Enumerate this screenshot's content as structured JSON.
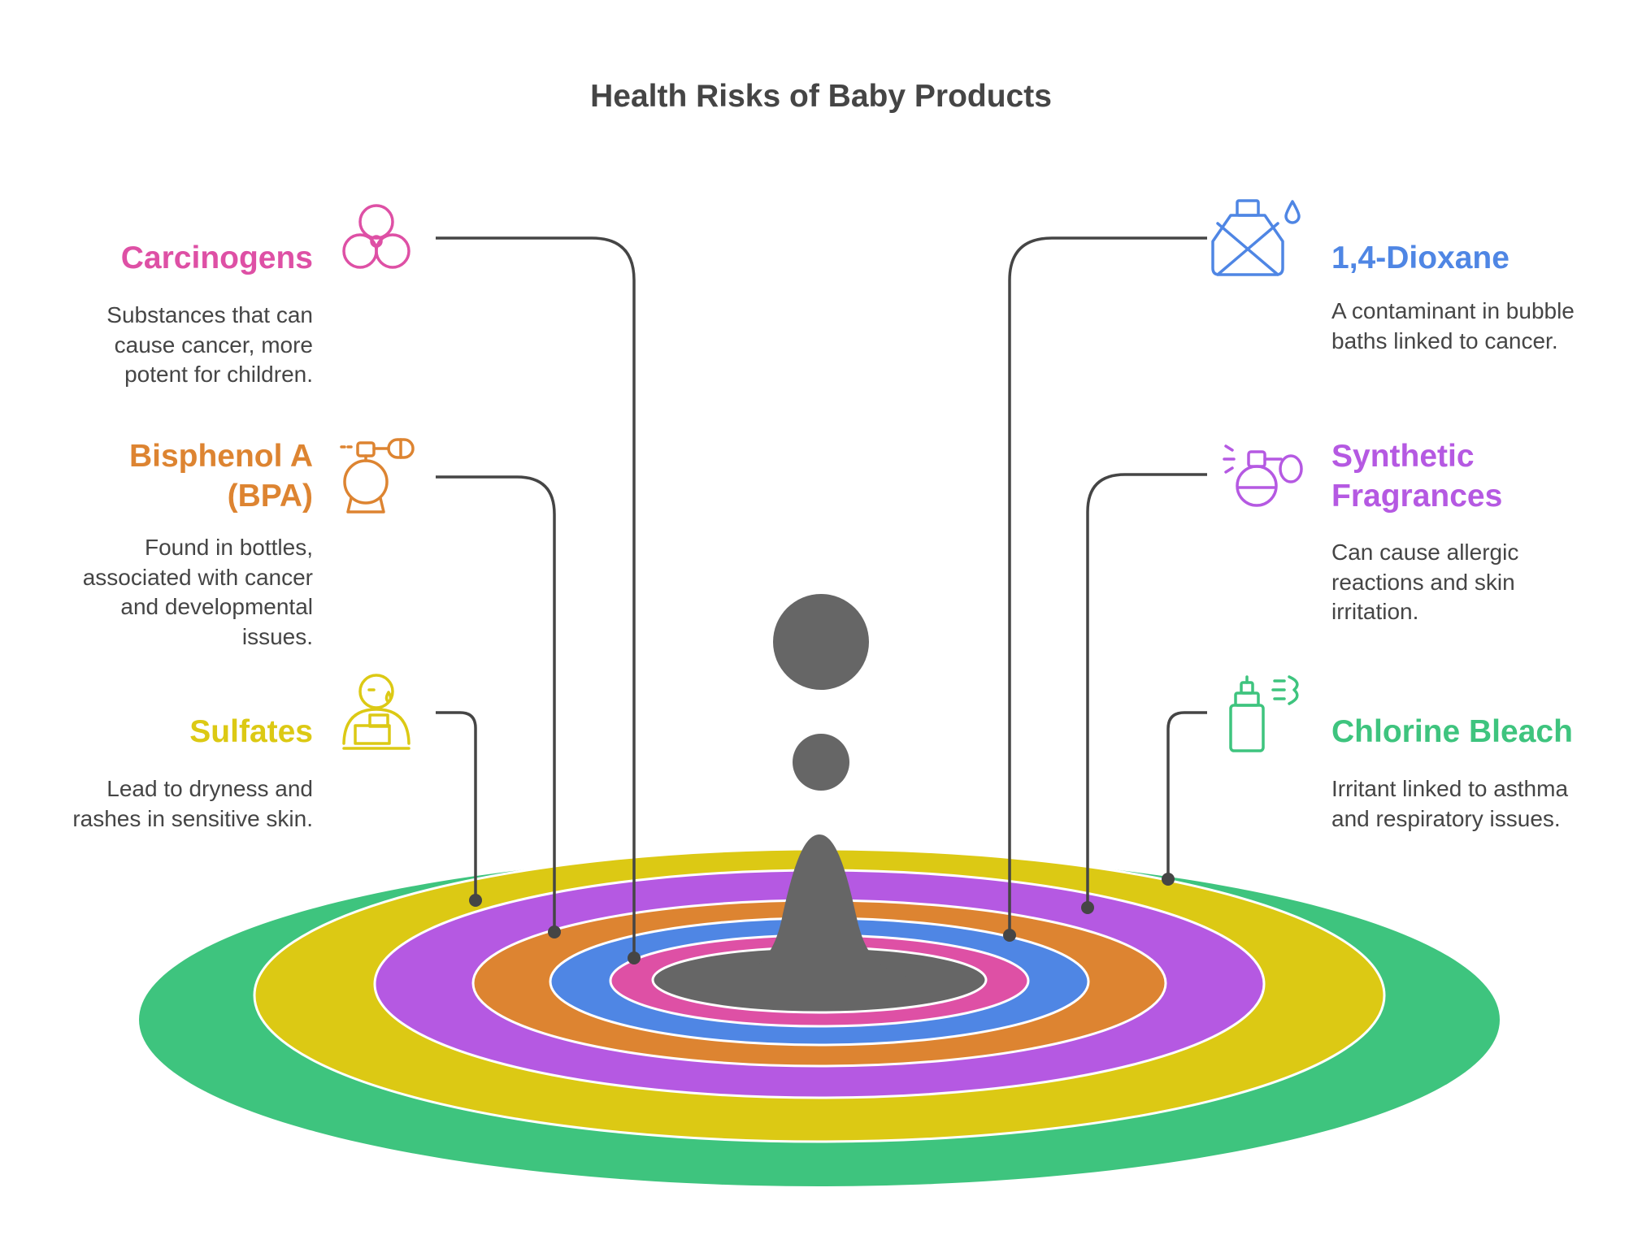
{
  "title": "Health Risks of Baby Products",
  "colors": {
    "pink": "#de50a5",
    "orange": "#dd8431",
    "yellow": "#dcc914",
    "blue": "#4f86e4",
    "purple": "#b559e2",
    "green": "#3ec47e",
    "center": "#666666",
    "connector": "#454545",
    "text": "#454545"
  },
  "items": {
    "carcinogens": {
      "heading": "Carcinogens",
      "desc_lines": [
        "Substances that can",
        "cause cancer, more",
        "potent for children."
      ],
      "icon": "biohazard-icon"
    },
    "bpa": {
      "heading_lines": [
        "Bisphenol A",
        "(BPA)"
      ],
      "desc_lines": [
        "Found in bottles,",
        "associated with cancer",
        "and developmental",
        "issues."
      ],
      "icon": "perfume-pill-icon"
    },
    "sulfates": {
      "heading": "Sulfates",
      "desc_lines": [
        "Lead to dryness and",
        "rashes in sensitive skin."
      ],
      "icon": "crying-child-icon"
    },
    "dioxane": {
      "heading": "1,4-Dioxane",
      "desc_lines": [
        "A contaminant in bubble",
        "baths linked to cancer."
      ],
      "icon": "contaminated-bottle-icon"
    },
    "fragrances": {
      "heading_lines": [
        "Synthetic",
        "Fragrances"
      ],
      "desc_lines": [
        "Can cause allergic",
        "reactions and skin",
        "irritation."
      ],
      "icon": "perfume-spray-icon"
    },
    "bleach": {
      "heading": "Chlorine Bleach",
      "desc_lines": [
        "Irritant linked to asthma",
        "and respiratory issues."
      ],
      "icon": "spray-bottle-icon"
    }
  }
}
